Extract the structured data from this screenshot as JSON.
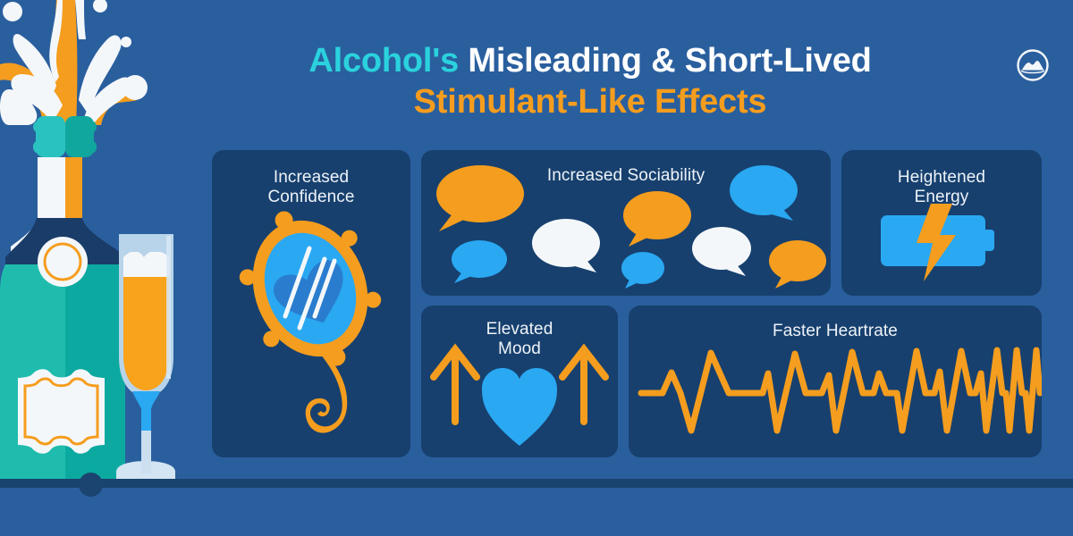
{
  "page": {
    "background_color": "#2a5f9e",
    "card_background_color": "#17406e"
  },
  "header": {
    "title_part_1": "Alcohol's",
    "title_part_2": " Misleading & Short-Lived",
    "title_line_2": "Stimulant-Like Effects",
    "color_accent_cyan": "#2ad2dd",
    "color_accent_white": "#ffffff",
    "color_accent_amber": "#f59d1e",
    "logo_icon": "mountain-circle-logo-icon"
  },
  "cards": [
    {
      "id": "increased-confidence",
      "title": "Increased\nConfidence",
      "title_line_1": "Increased",
      "title_line_2": "Confidence",
      "icon": "hand-mirror-icon"
    },
    {
      "id": "increased-sociability",
      "title": "Increased Sociability",
      "icon": "speech-bubbles-icon",
      "bubble_count": 8
    },
    {
      "id": "heightened-energy",
      "title": "Heightened\nEnergy",
      "title_line_1": "Heightened",
      "title_line_2": "Energy",
      "icon": "battery-lightning-icon"
    },
    {
      "id": "elevated-mood",
      "title": "Elevated\nMood",
      "title_line_1": "Elevated",
      "title_line_2": "Mood",
      "icon": "heart-with-up-arrows-icon"
    },
    {
      "id": "faster-heartrate",
      "title": "Faster Heartrate",
      "icon": "ecg-heartbeat-line-icon"
    }
  ],
  "illustration": {
    "name": "champagne-bottle-and-glass-illustration",
    "colors": {
      "bottle_body_light": "#1fbcad",
      "bottle_body_dark": "#0ca9a0",
      "bottle_shoulder": "#1a3c68",
      "bottle_foil_orange": "#f59d1e",
      "bottle_foil_white": "#f4f7fa",
      "cap_ring_light": "#2ac2c0",
      "cap_ring_dark": "#10a79e",
      "splash_white": "#f4f7fa",
      "splash_orange": "#f59d1e",
      "glass_body": "#b8d4ea",
      "glass_liquid": "#f9a21b",
      "glass_foam": "#f4f7fa",
      "glass_stem_accent": "#2aa8f2",
      "label_border": "#f59d1e"
    }
  },
  "decor": {
    "bottom_rule_color": "#19436f",
    "bottom_dot": "timeline-dot"
  },
  "palette": {
    "orange": "#f59d1e",
    "light_blue": "#2aa8f2",
    "white": "#f4f7fa",
    "navy": "#17406e",
    "page_blue": "#2a5f9e",
    "cyan": "#2ad2dd",
    "teal": "#1fbcad"
  }
}
